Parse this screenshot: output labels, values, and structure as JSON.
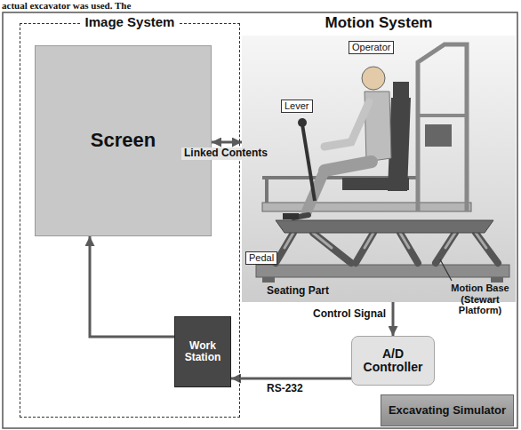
{
  "diagram": {
    "nodes": [
      {
        "text": [
          "Image System"
        ]
      },
      {
        "text": [
          "Screen"
        ],
        "in": 0
      },
      {
        "text": [
          "Motion System"
        ]
      },
      {
        "text": [
          "Work Station"
        ],
        "in": 0
      },
      {
        "text": [
          "A/D Controller"
        ]
      },
      {
        "text": [
          "Excavating Simulator"
        ]
      }
    ],
    "edges": [
      {
        "from": 1,
        "to": 2,
        "arrow": "both",
        "label": "Linked Contents"
      },
      {
        "from": 2,
        "to": 4,
        "arrow": "to",
        "label": "Control Signal"
      },
      {
        "from": 4,
        "to": 3,
        "arrow": "to",
        "label": "RS-232"
      },
      {
        "from": 3,
        "to": 1,
        "arrow": "to"
      }
    ],
    "labels": [
      "actual excavator was used. The",
      "Operator",
      "Lever",
      "Pedal",
      "Seating Part",
      "Motion Base (Stewart Platform)"
    ]
  }
}
